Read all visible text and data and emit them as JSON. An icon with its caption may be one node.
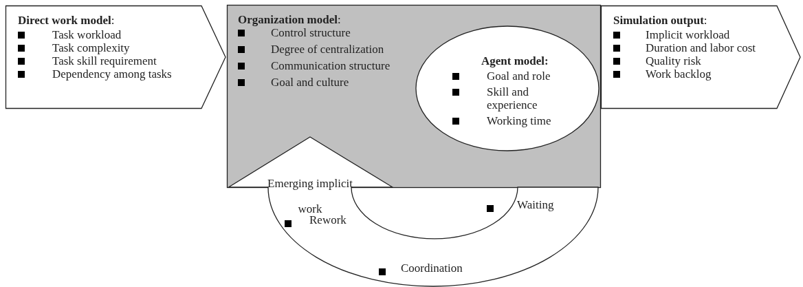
{
  "diagram": {
    "nodes": [
      {
        "text": [
          "**Direct work model**:",
          "Task workload",
          "Task complexity",
          "Task skill requirement",
          "Dependency among tasks"
        ]
      },
      {
        "text": [
          "**Organization model**:",
          "Control structure",
          "Degree of centralization",
          "Communication structure",
          "Goal and culture"
        ]
      },
      {
        "text": [
          "Agent model:",
          "Goal and role",
          "Skill and experience",
          "Working time"
        ],
        "in": 1
      },
      {
        "text": [
          "**Simulation output**:",
          "Implicit workload",
          "Duration and labor cost",
          "Quality risk",
          "Work backlog"
        ]
      },
      {
        "text": [
          "Emerging implicit work",
          "Rework",
          "Waiting",
          "Coordination"
        ]
      }
    ]
  }
}
